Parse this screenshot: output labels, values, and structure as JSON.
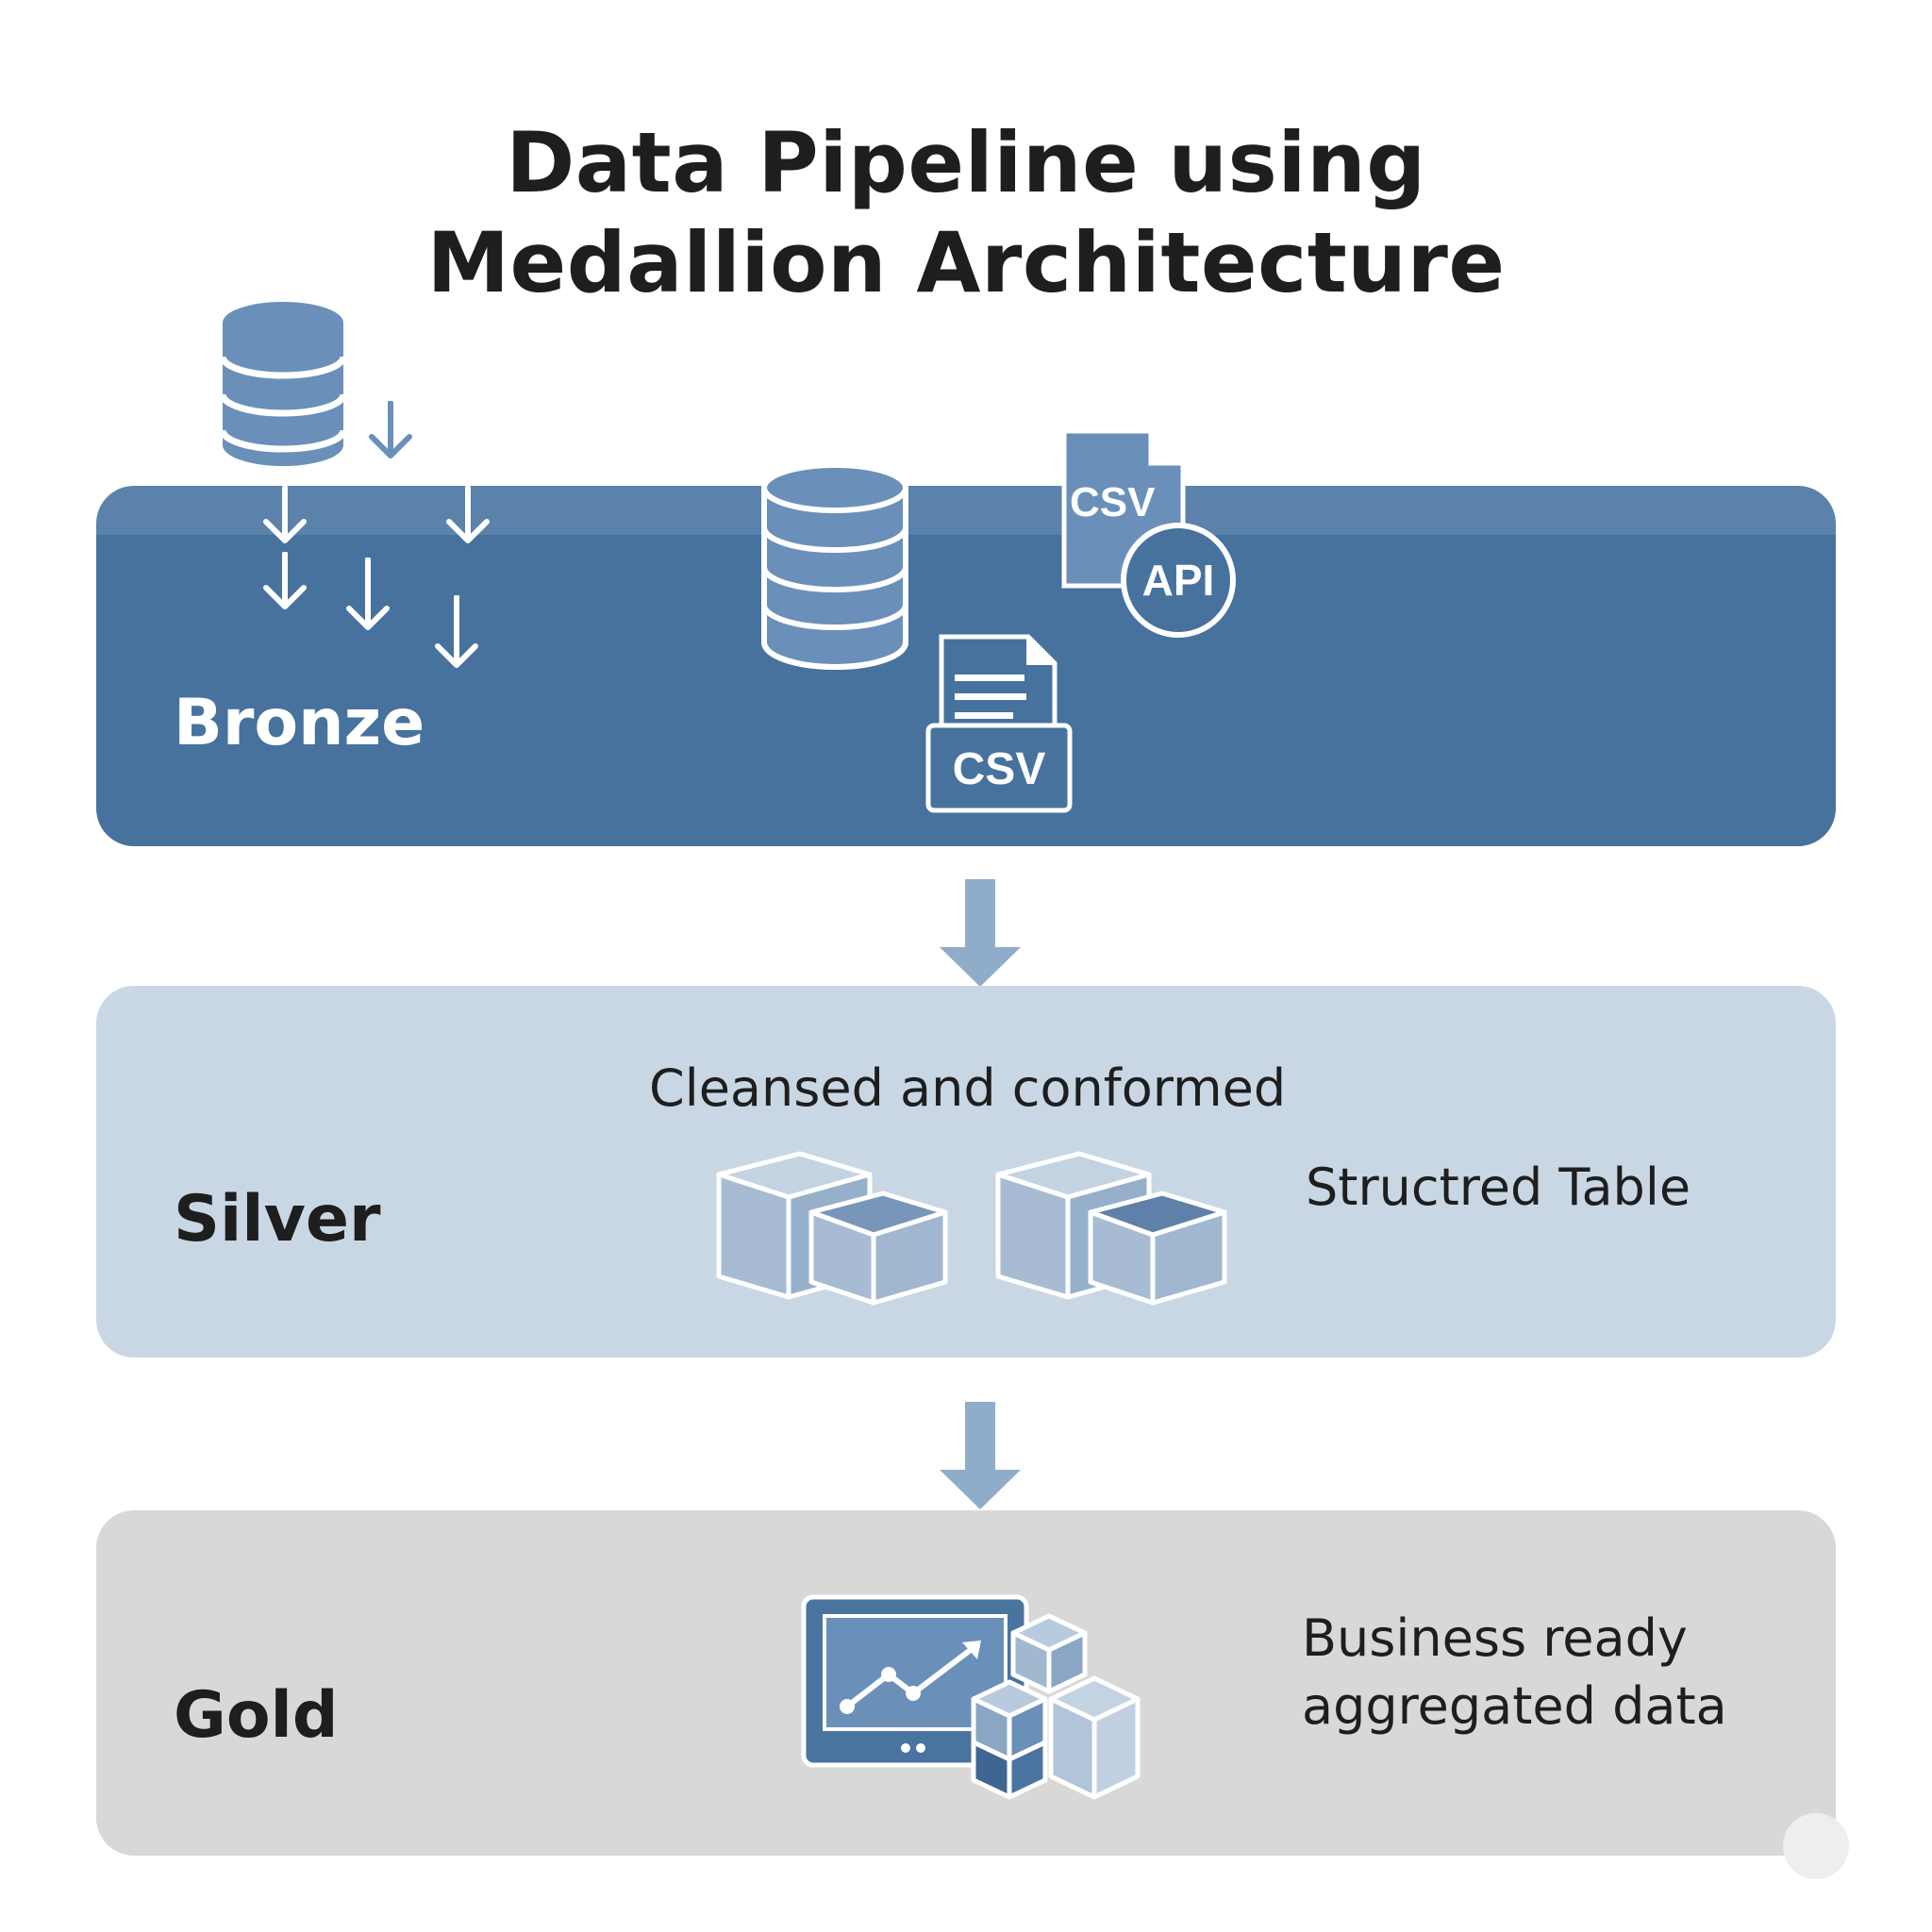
{
  "title_line1": "Data Pipeline using",
  "title_line2": "Medallion Architecture",
  "layers": {
    "bronze": {
      "label": "Bronze",
      "icons": [
        "database-icon",
        "csv-file-icon",
        "api-icon",
        "csv-folder-icon",
        "down-arrow-icon"
      ],
      "csv_label_top": "CSV",
      "api_label": "API",
      "csv_label_bottom": "CSV"
    },
    "silver": {
      "label": "Silver",
      "caption": "Cleansed and conformed",
      "side_text": "Structred Table",
      "icons": [
        "cube-group-icon"
      ]
    },
    "gold": {
      "label": "Gold",
      "side_text_line1": "Business ready",
      "side_text_line2": "aggregated data",
      "icons": [
        "dashboard-chart-icon",
        "cube-stack-icon"
      ]
    }
  },
  "colors": {
    "bronze": "#46729d",
    "bronze_top": "#5a82ab",
    "silver": "#c9d7e4",
    "gold": "#d8d8d8",
    "arrow": "#8fadcb",
    "icon_blue": "#6a90b9",
    "text_dark": "#1e1e1e"
  }
}
